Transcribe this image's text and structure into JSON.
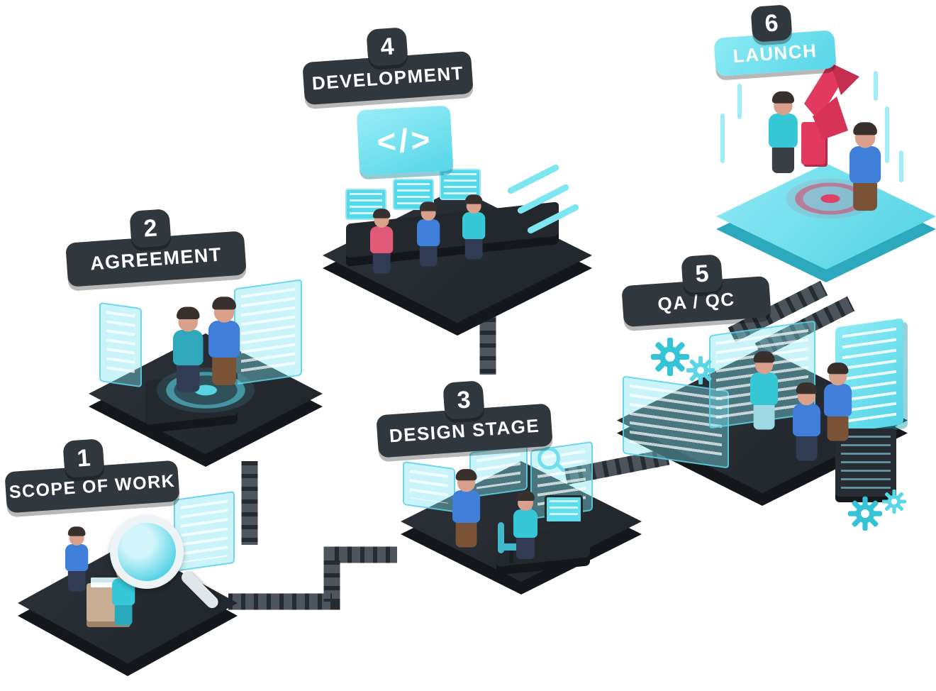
{
  "steps": [
    {
      "number": "1",
      "label": "SCOPE OF WORK"
    },
    {
      "number": "2",
      "label": "AGREEMENT"
    },
    {
      "number": "3",
      "label": "DESIGN STAGE"
    },
    {
      "number": "4",
      "label": "DEVELOPMENT"
    },
    {
      "number": "5",
      "label": "QA / QC"
    },
    {
      "number": "6",
      "label": "LAUNCH"
    }
  ],
  "icons": {
    "code_glyph": "</>"
  },
  "colors": {
    "dark": "#30373d",
    "platform_dark": "#23282d",
    "cyan": "#5cd9ea",
    "cyan_light": "#8eeaf4",
    "accent_red": "#e23a5f",
    "text": "#ffffff"
  }
}
